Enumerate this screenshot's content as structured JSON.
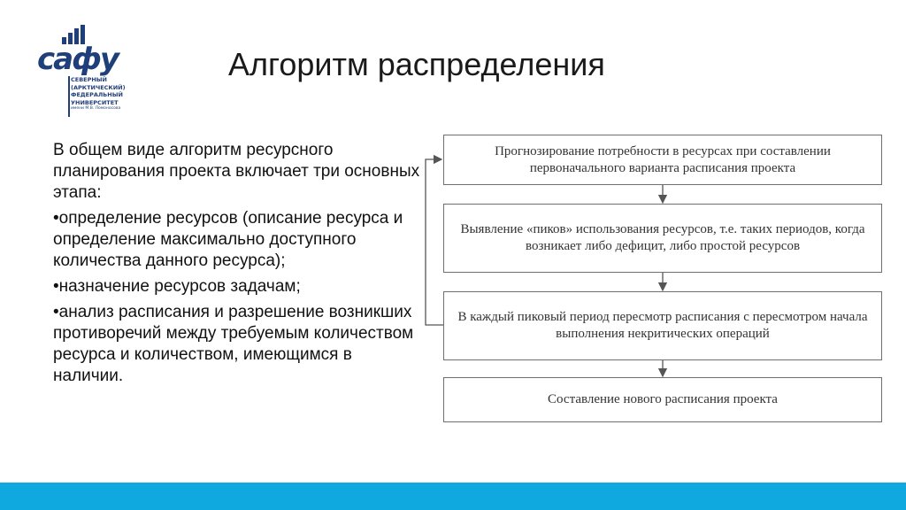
{
  "logo": {
    "wordmark": "сафу",
    "lines": [
      "СЕВЕРНЫЙ",
      "(АРКТИЧЕСКИЙ)",
      "ФЕДЕРАЛЬНЫЙ",
      "УНИВЕРСИТЕТ"
    ],
    "small_line": "имени М.В. Ломоносова",
    "color": "#1f3f7a"
  },
  "title": "Алгоритм распределения",
  "body": {
    "intro": "В общем виде алгоритм ресурсного планирования проекта включает три основных этапа:",
    "bullets": [
      "•определение ресурсов (описание ресурса и определение максимально доступного количества данного ресурса);",
      "•назначение ресурсов задачам;",
      "•анализ расписания и разрешение возникших противоречий между требуемым количеством ресурса и количеством, имеющимся в наличии."
    ]
  },
  "flow": {
    "steps": [
      "Прогнозирование потребности в ресурсах при составлении первоначального варианта расписания проекта",
      "Выявление «пиков» использования ресурсов, т.е. таких периодов, когда возникает либо дефицит, либо простой ресурсов",
      "В каждый пиковый период пересмотр расписания с пересмотром начала выполнения некритических операций",
      "Составление нового расписания проекта"
    ]
  },
  "colors": {
    "accent_band": "#10a9df",
    "box_border": "#6f6f6f"
  }
}
